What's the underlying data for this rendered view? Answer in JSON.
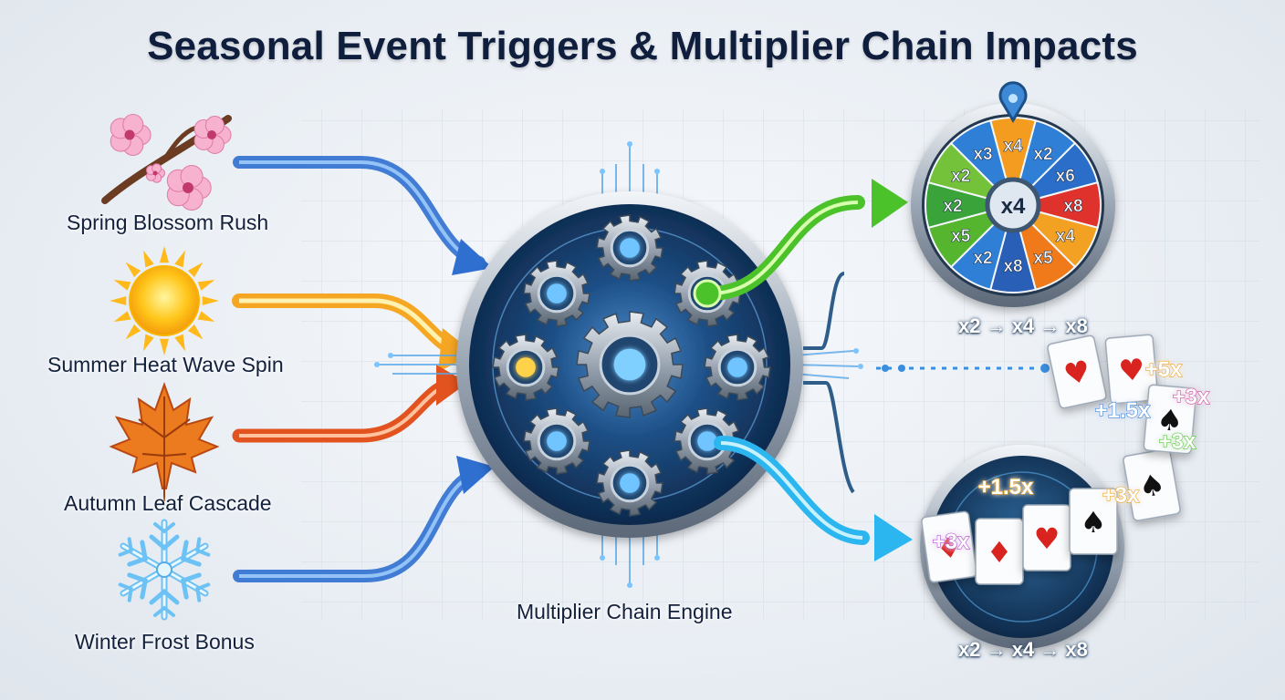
{
  "title": "Seasonal Event Triggers & Multiplier Chain Impacts",
  "events": [
    {
      "label": "Spring Blossom Rush",
      "icon": "cherry-blossom-icon",
      "color": "#3f7fd8"
    },
    {
      "label": "Summer Heat Wave Spin",
      "icon": "sun-icon",
      "color": "#f5a623"
    },
    {
      "label": "Autumn Leaf Cascade",
      "icon": "maple-leaf-icon",
      "color": "#e2531f"
    },
    {
      "label": "Winter Frost Bonus",
      "icon": "snowflake-icon",
      "color": "#2f6fd0"
    }
  ],
  "engine": {
    "label": "Multiplier Chain Engine"
  },
  "wheel": {
    "center": "x4",
    "segments": [
      "x4",
      "x2",
      "x6",
      "x8",
      "x4",
      "x5",
      "x8",
      "x2",
      "x5",
      "x2",
      "x2",
      "x3"
    ],
    "chain": "x2 → x4 → x8"
  },
  "cards": {
    "badges": [
      "+1.5x",
      "+3x",
      "+3x",
      "+1.5x",
      "+5x",
      "+3x",
      "+3x"
    ],
    "chain": "x2 → x4 → x8"
  }
}
